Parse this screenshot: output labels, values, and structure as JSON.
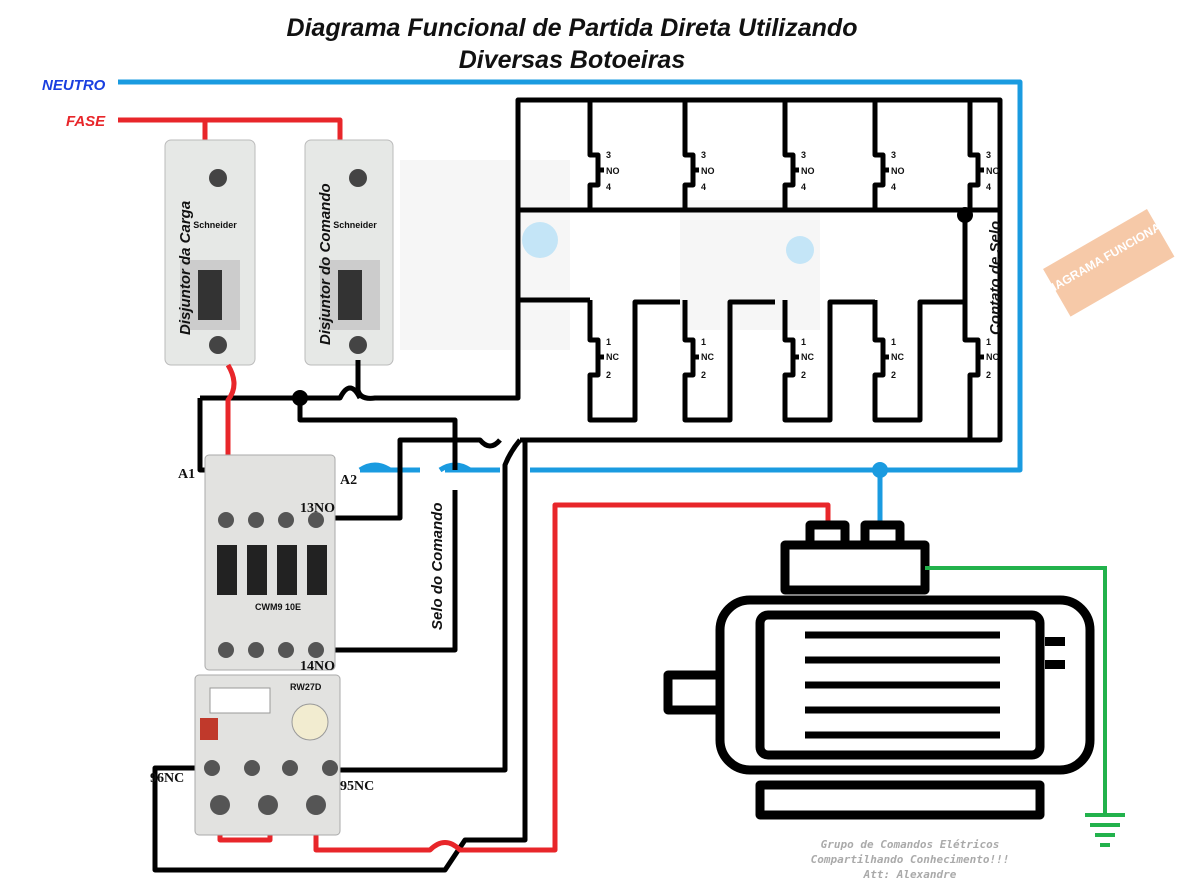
{
  "title": {
    "line1": "Diagrama Funcional de Partida Direta Utilizando",
    "line2": "Diversas Botoeiras"
  },
  "lines": {
    "neutro": "NEUTRO",
    "fase": "FASE"
  },
  "breakers": {
    "load": "Disjuntor da Carga",
    "command": "Disjuntor do Comando",
    "brand": "Schneider"
  },
  "contactor": {
    "a1": "A1",
    "a2": "A2",
    "t13": "13NO",
    "t14": "14NO",
    "model": "CWM9 10E",
    "seal": "Selo do Comando"
  },
  "overload": {
    "t96": "96NC",
    "t95": "95NC",
    "model": "RW27D"
  },
  "buttons": {
    "no": {
      "top": "3",
      "type": "NO",
      "bottom": "4"
    },
    "nc": {
      "top": "1",
      "type": "NC",
      "bottom": "2"
    },
    "seal_contact": "Contato de Selo"
  },
  "badge": "DIAGRAMA FUNCIONAL",
  "footer": {
    "line1": "Grupo de Comandos Elétricos",
    "line2": "Compartilhando Conhecimento!!!",
    "line3": "Att: Alexandre"
  },
  "colors": {
    "neutral": "#1a9be0",
    "phase": "#e8262a",
    "ground": "#22b24c",
    "control": "#000000"
  }
}
